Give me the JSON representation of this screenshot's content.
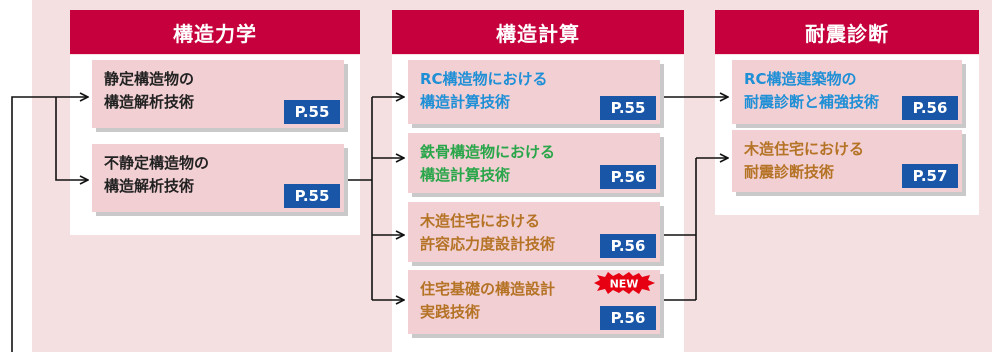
{
  "colors": {
    "background": "#f4dfe1",
    "header": "#c6003d",
    "card": "#f2cfd3",
    "badge": "#1a56a8",
    "blue_text": "#1f8fd6",
    "green_text": "#2aa64a",
    "brown_text": "#b57326",
    "dark_text": "#222222"
  },
  "columns": [
    {
      "title": "構造力学"
    },
    {
      "title": "構造計算"
    },
    {
      "title": "耐震診断"
    }
  ],
  "cards": {
    "static": {
      "line1": "静定構造物の",
      "line2": "構造解析技術",
      "page": "P.55"
    },
    "indeterminate": {
      "line1": "不静定構造物の",
      "line2": "構造解析技術",
      "page": "P.55"
    },
    "rc_calc": {
      "line1": "RC構造物における",
      "line2": "構造計算技術",
      "page": "P.55"
    },
    "steel_calc": {
      "line1": "鉄骨構造物における",
      "line2": "構造計算技術",
      "page": "P.56"
    },
    "wood_allowable": {
      "line1": "木造住宅における",
      "line2": "許容応力度設計技術",
      "page": "P.56"
    },
    "foundation": {
      "line1": "住宅基礎の構造設計",
      "line2": "実践技術",
      "page": "P.56",
      "new_label": "NEW"
    },
    "rc_seismic": {
      "line1": "RC構造建築物の",
      "line2": "耐震診断と補強技術",
      "page": "P.56"
    },
    "wood_seismic": {
      "line1": "木造住宅における",
      "line2": "耐震診断技術",
      "page": "P.57"
    }
  },
  "icons": {
    "connector": "arrow-right-icon",
    "new_burst": "starburst-badge-icon"
  }
}
